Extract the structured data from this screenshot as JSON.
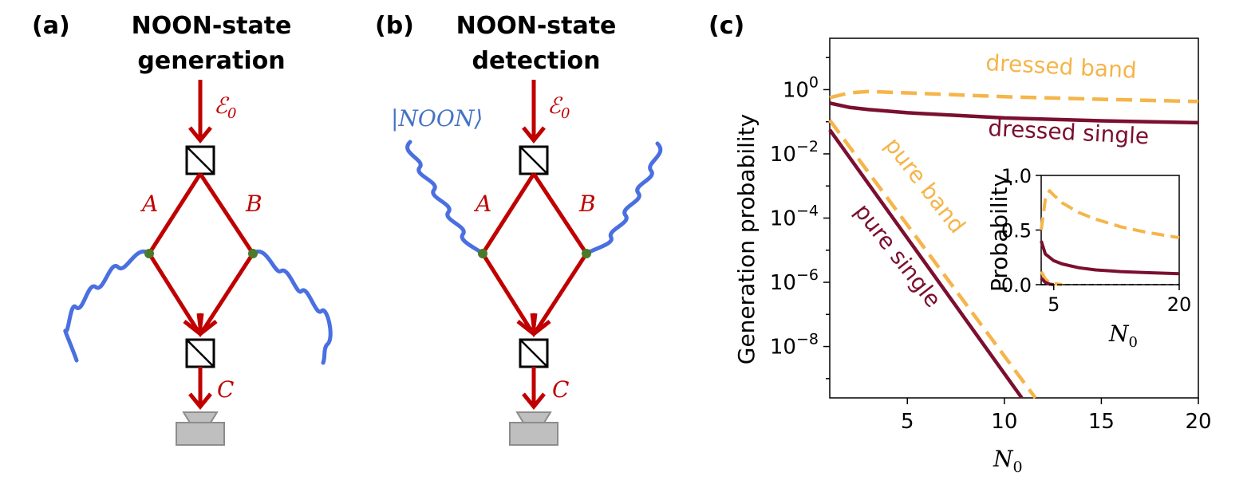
{
  "panel_a": {
    "label": "(a)",
    "title_line1": "NOON-state",
    "title_line2": "generation",
    "source_label": "ℰ",
    "source_sub": "0",
    "arm_a": "A",
    "arm_b": "B",
    "output": "C"
  },
  "panel_b": {
    "label": "(b)",
    "title_line1": "NOON-state",
    "title_line2": "detection",
    "source_label": "ℰ",
    "source_sub": "0",
    "state_label": "|NOON⟩",
    "arm_a": "A",
    "arm_b": "B",
    "output": "C"
  },
  "panel_c": {
    "label": "(c)"
  },
  "colors": {
    "beam": "#c00000",
    "photon": "#4a6fe0",
    "band": "#f5b54a",
    "single": "#7b0f2f"
  },
  "chart_data": [
    {
      "type": "line",
      "ylabel": "Generation probability",
      "xlabel": "N",
      "xlabel_sub": "0",
      "xlim": [
        1,
        20
      ],
      "ylim_log10": [
        -9.6,
        1.6
      ],
      "yscale": "log",
      "xticks": [
        5,
        10,
        15,
        20
      ],
      "yticks": [
        {
          "base": "10",
          "exp": "0",
          "log10": 0
        },
        {
          "base": "10",
          "exp": "−2",
          "log10": -2
        },
        {
          "base": "10",
          "exp": "−4",
          "log10": -4
        },
        {
          "base": "10",
          "exp": "−6",
          "log10": -6
        },
        {
          "base": "10",
          "exp": "−8",
          "log10": -8
        }
      ],
      "series": [
        {
          "name": "dressed band",
          "style": "dashed",
          "color": "#f5b54a",
          "x": [
            1,
            2,
            3,
            5,
            10,
            15,
            20
          ],
          "log10y": [
            -0.25,
            -0.1,
            -0.06,
            -0.1,
            -0.22,
            -0.3,
            -0.37
          ]
        },
        {
          "name": "dressed single",
          "style": "solid",
          "color": "#7b0f2f",
          "x": [
            1,
            2,
            3,
            5,
            10,
            15,
            20
          ],
          "log10y": [
            -0.42,
            -0.55,
            -0.62,
            -0.72,
            -0.88,
            -0.97,
            -1.03
          ]
        },
        {
          "name": "pure band",
          "style": "dashed",
          "color": "#f5b54a",
          "x": [
            1,
            11.6
          ],
          "log10y": [
            -0.95,
            -9.6
          ]
        },
        {
          "name": "pure single",
          "style": "solid",
          "color": "#7b0f2f",
          "x": [
            1,
            10.9
          ],
          "log10y": [
            -1.25,
            -9.6
          ]
        }
      ]
    },
    {
      "type": "line",
      "ylabel": "Probability",
      "xlabel": "N",
      "xlabel_sub": "0",
      "xlim": [
        3.5,
        20
      ],
      "ylim": [
        0,
        1
      ],
      "xticks": [
        5,
        20
      ],
      "yticks": [
        "0.0",
        "0.5",
        "1.0"
      ],
      "series": [
        {
          "name": "dressed band",
          "style": "dashed",
          "color": "#f5b54a",
          "x": [
            3.5,
            4,
            4.5,
            5,
            6,
            8,
            10,
            13,
            16,
            20
          ],
          "y": [
            0.5,
            0.78,
            0.86,
            0.82,
            0.75,
            0.66,
            0.6,
            0.53,
            0.48,
            0.43
          ]
        },
        {
          "name": "dressed single",
          "style": "solid",
          "color": "#7b0f2f",
          "x": [
            3.5,
            4,
            5,
            6,
            8,
            10,
            13,
            16,
            20
          ],
          "y": [
            0.4,
            0.28,
            0.22,
            0.19,
            0.155,
            0.135,
            0.12,
            0.11,
            0.1
          ]
        },
        {
          "name": "pure band",
          "style": "dashed",
          "color": "#f5b54a",
          "x": [
            3.5,
            4,
            4.5,
            5,
            6
          ],
          "y": [
            0.12,
            0.05,
            0.02,
            0.01,
            0.0
          ]
        },
        {
          "name": "pure single",
          "style": "solid",
          "color": "#7b0f2f",
          "x": [
            3.5,
            4,
            4.5,
            5
          ],
          "y": [
            0.06,
            0.02,
            0.005,
            0.0
          ]
        },
        {
          "name": "zero",
          "style": "dashed",
          "color": "#000000",
          "x": [
            3.5,
            20
          ],
          "y": [
            0.0,
            0.0
          ]
        }
      ]
    }
  ]
}
